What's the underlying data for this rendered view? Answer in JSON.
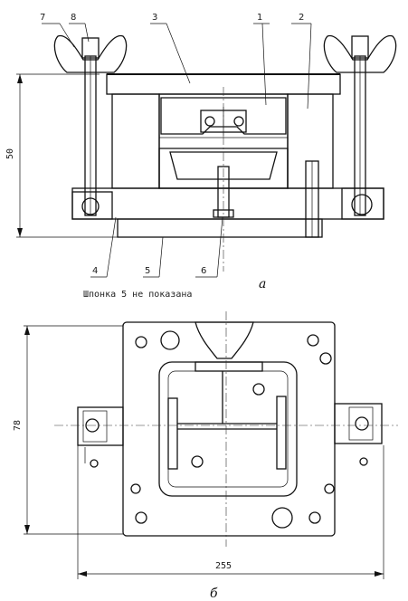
{
  "view_a": {
    "callouts": [
      "7",
      "8",
      "3",
      "1",
      "2",
      "4",
      "5",
      "6"
    ],
    "height_dim": "50",
    "caption": "а",
    "note": "Шпонка 5 не показана"
  },
  "view_b": {
    "height_dim": "78",
    "width_dim": "255",
    "caption": "б"
  }
}
